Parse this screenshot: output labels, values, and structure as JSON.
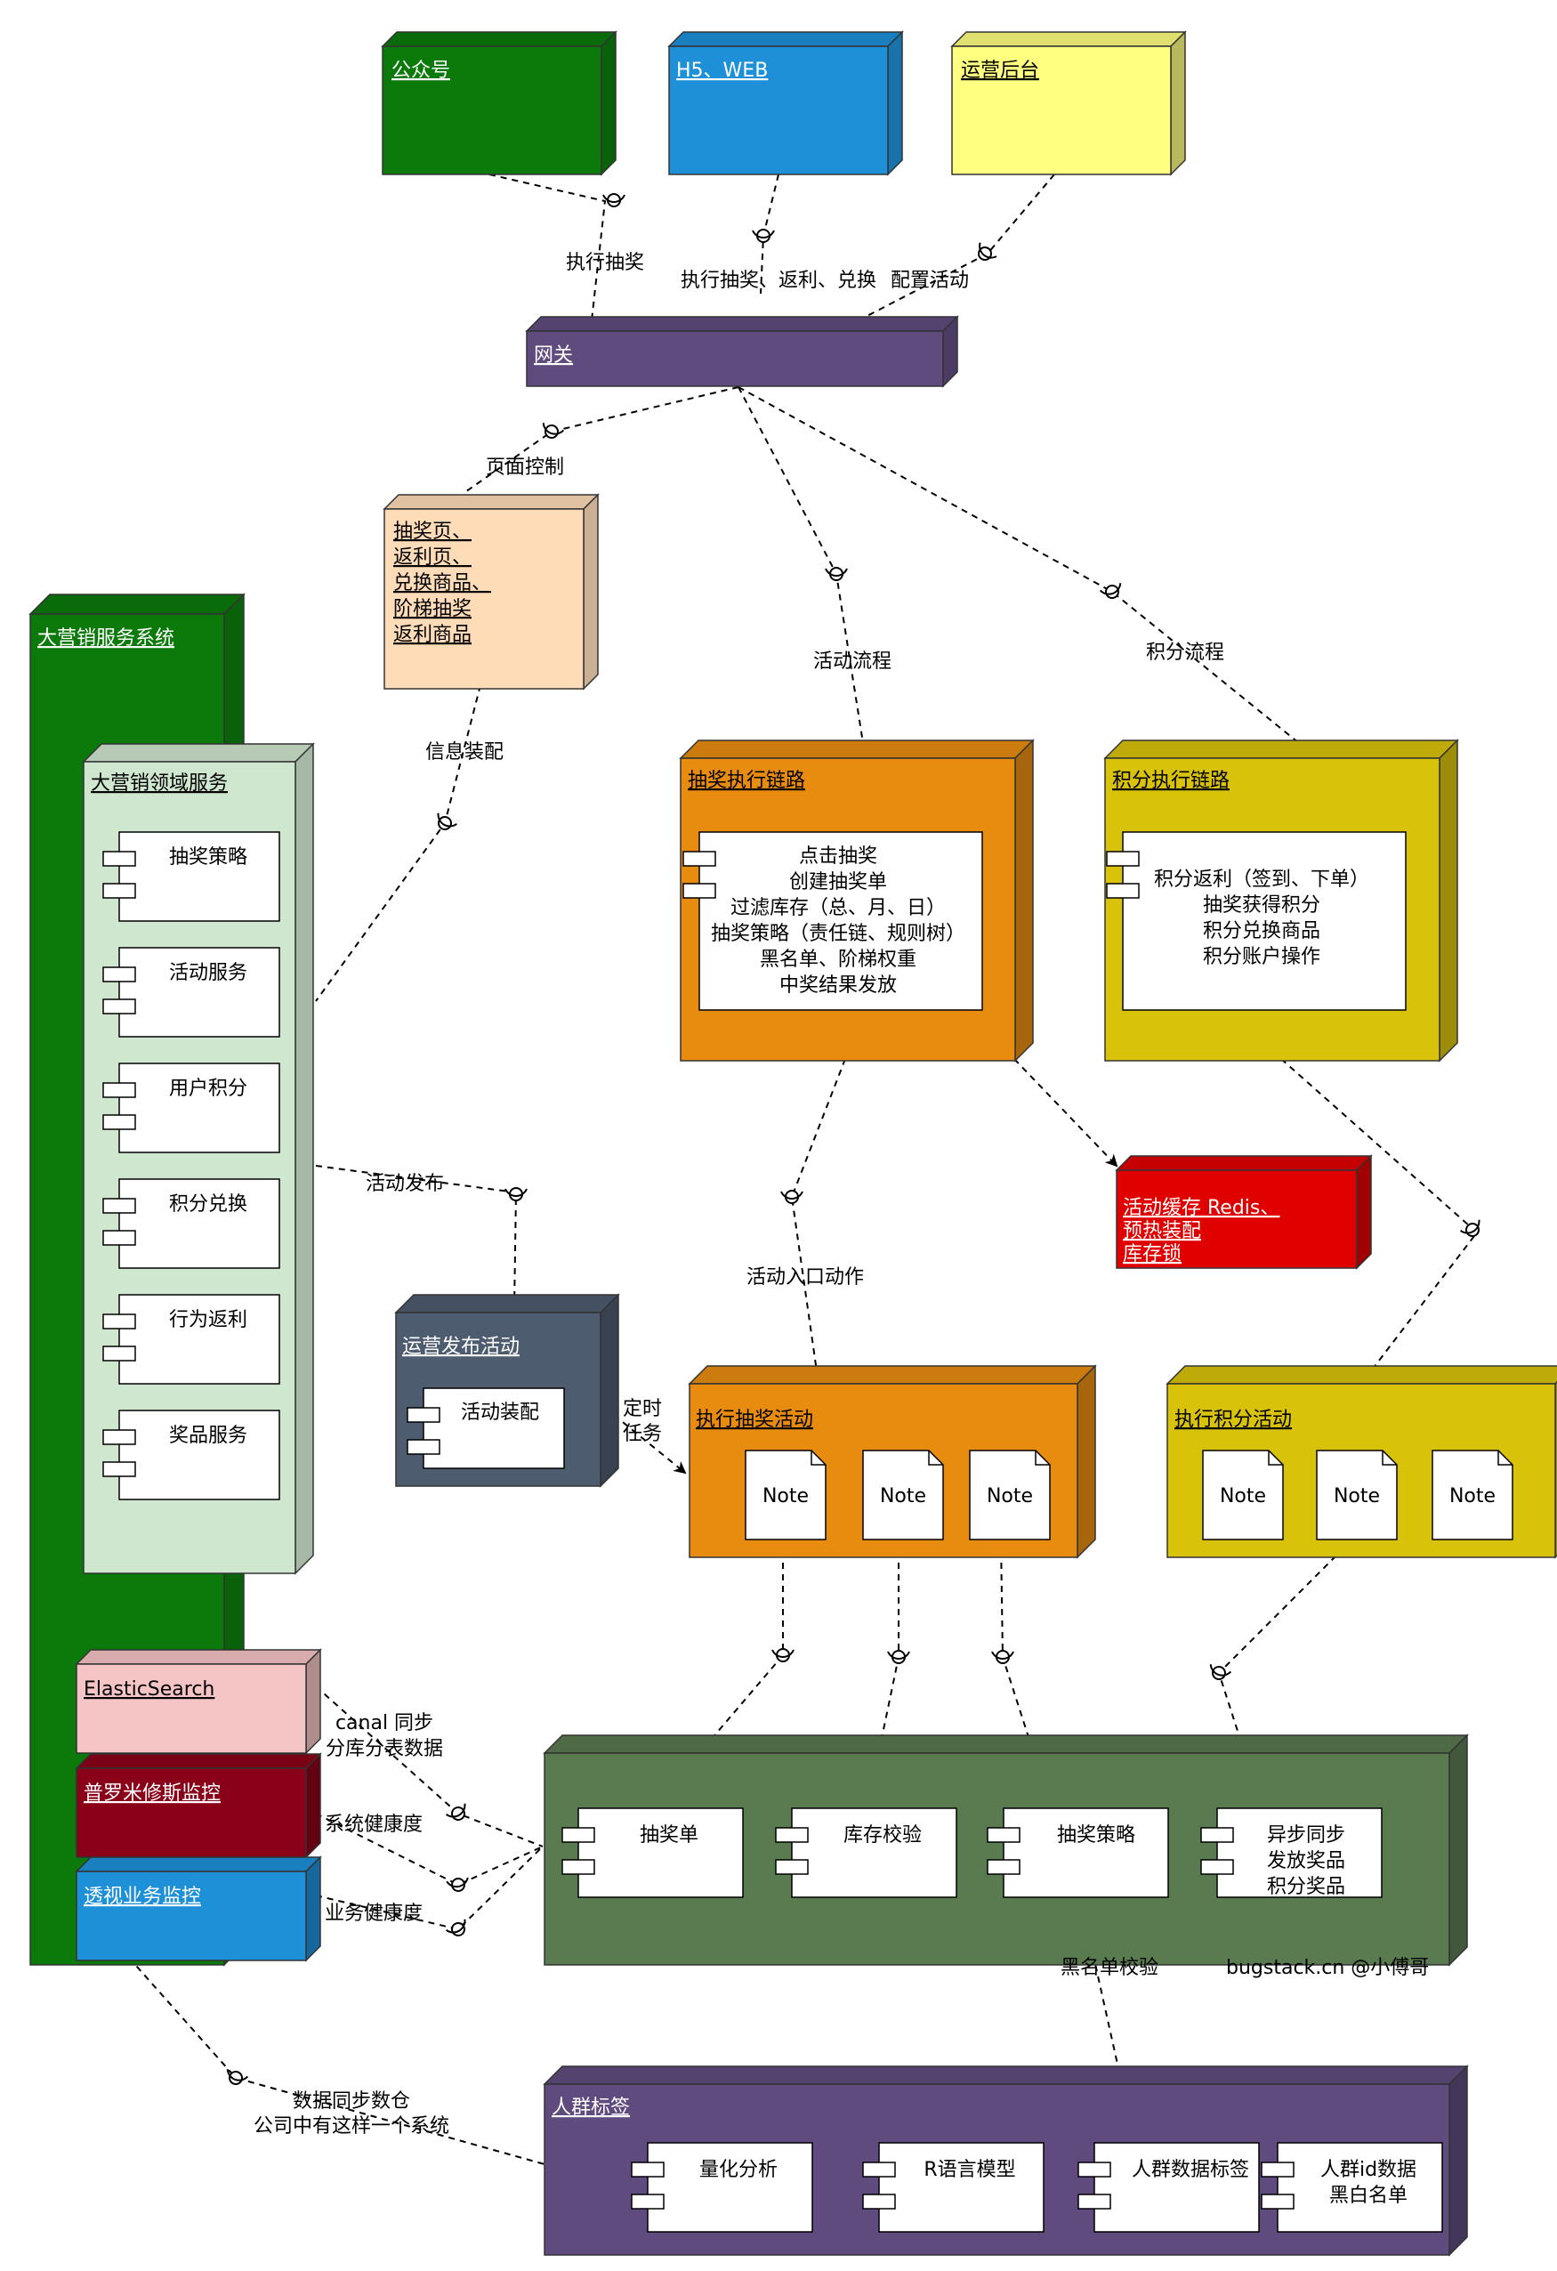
{
  "colors": {
    "green": "#0b7a0b",
    "blue": "#1e90d8",
    "yellow": "#ffff80",
    "purple_dark": "#5f4b7e",
    "peach": "#ffdcb8",
    "orange": "#e88c10",
    "gold": "#d8c20a",
    "light_green": "#cfe6cf",
    "slate": "#4e5c70",
    "red": "#e00000",
    "pink": "#f5c4c4",
    "dark_red": "#8a0018",
    "olive_green": "#5a7a50"
  },
  "nodes": {
    "wechat": "公众号",
    "h5_web": "H5、WEB",
    "ops_admin": "运营后台",
    "gateway": "网关",
    "pages": [
      "抽奖页、",
      "返利页、",
      "兑换商品、",
      "阶梯抽奖",
      "返利商品"
    ],
    "marketing_system": "大营销服务系统",
    "domain_services": "大营销领域服务",
    "domain_components": [
      "抽奖策略",
      "活动服务",
      "用户积分",
      "积分兑换",
      "行为返利",
      "奖品服务"
    ],
    "raffle_chain": "抽奖执行链路",
    "raffle_chain_lines": [
      "点击抽奖",
      "创建抽奖单",
      "过滤库存（总、月、日）",
      "抽奖策略（责任链、规则树）",
      "黑名单、阶梯权重",
      "中奖结果发放"
    ],
    "points_chain": "积分执行链路",
    "points_chain_lines": [
      "积分返利（签到、下单）",
      "抽奖获得积分",
      "积分兑换商品",
      "积分账户操作"
    ],
    "activity_cache": [
      "活动缓存 Redis、",
      "预热装配",
      "库存锁"
    ],
    "ops_publish": "运营发布活动",
    "activity_assembly": "活动装配",
    "exec_raffle": "执行抽奖活动",
    "exec_points": "执行积分活动",
    "note": "Note",
    "es": "ElasticSearch",
    "prometheus": "普罗米修斯监控",
    "biz_monitor": "透视业务监控",
    "core_components": [
      "抽奖单",
      "库存校验",
      "抽奖策略"
    ],
    "async_lines": [
      "异步同步",
      "发放奖品",
      "积分奖品"
    ],
    "crowd_tags": "人群标签",
    "crowd_components": [
      "量化分析",
      "R语言模型",
      "人群数据标签"
    ],
    "crowd_id_lines": [
      "人群id数据",
      "黑白名单"
    ]
  },
  "edge_labels": {
    "exec_raffle": "执行抽奖",
    "exec_raffle_rebate_exchange": "执行抽奖、返利、兑换",
    "config_activity": "配置活动",
    "page_control": "页面控制",
    "activity_flow": "活动流程",
    "points_flow": "积分流程",
    "info_assembly": "信息装配",
    "activity_publish": "活动发布",
    "activity_entry": "活动入口动作",
    "timer_task": [
      "定时",
      "任务"
    ],
    "canal_sync": [
      "canal 同步",
      "分库分表数据"
    ],
    "sys_health": "系统健康度",
    "biz_health": "业务健康度",
    "blacklist_check": "黑名单校验",
    "dw_sync": [
      "数据同步数仓",
      "公司中有这样一个系统"
    ]
  },
  "footer": {
    "credit": "bugstack.cn @小傅哥"
  }
}
